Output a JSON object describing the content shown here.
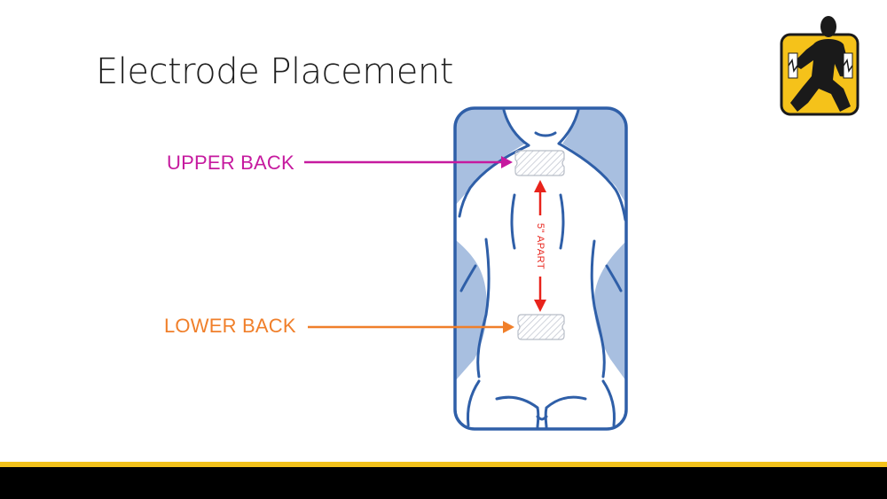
{
  "slide": {
    "title": "Electrode Placement"
  },
  "labels": {
    "upper_back": "UPPER BACK",
    "lower_back": "LOWER BACK",
    "spacing": "5\" APART"
  },
  "colors": {
    "upper_back": "#c61a9f",
    "lower_back": "#f07f2a",
    "spacing": "#e8231b",
    "body_outline": "#2f5fa8",
    "body_shade": "#a8bfe0",
    "footer_gold": "#f3c21b",
    "footer_black": "#000000",
    "logo_gold": "#f5c21a"
  },
  "icons": {
    "logo": "athlete-logo-icon",
    "electrode_pad": "electrode-pad-icon"
  }
}
